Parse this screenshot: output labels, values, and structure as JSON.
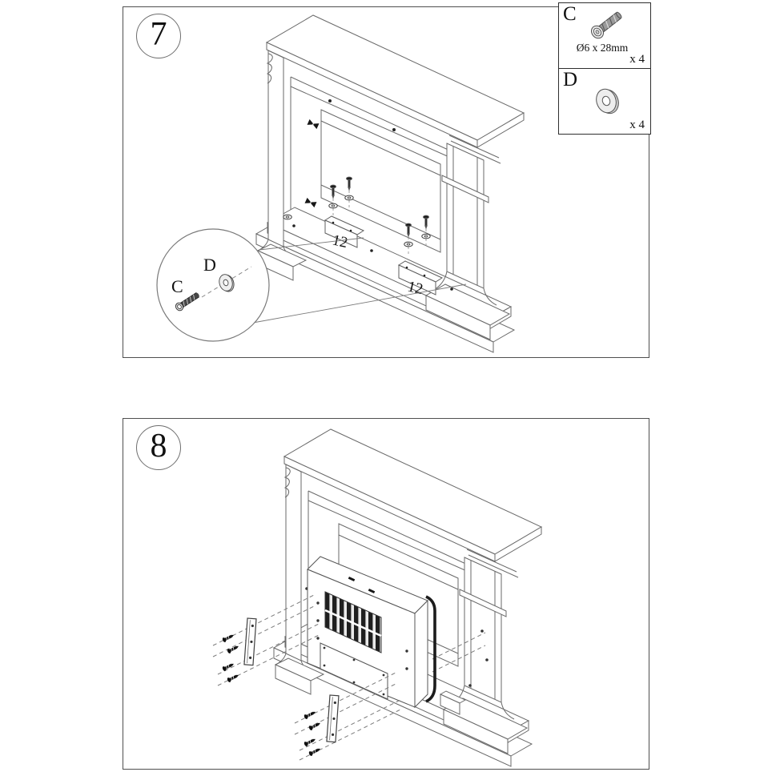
{
  "sheet": {
    "type": "assembly-instructions",
    "background": "#ffffff"
  },
  "colors": {
    "line": "#6a6a6a",
    "dark_hardware": "#161616",
    "panel_border": "#4f4f4f",
    "legend_border": "#2e2e2e",
    "dashed_guide": "#7a7a7a"
  },
  "steps": {
    "step7": {
      "number": "7",
      "bracket_label_1": "12",
      "bracket_label_2": "12",
      "detail_callout_c": "C",
      "detail_callout_d": "D"
    },
    "step8": {
      "number": "8"
    }
  },
  "hardware_legend": {
    "item_c": {
      "letter": "C",
      "spec": "Ø6 x 28mm",
      "quantity": "x 4",
      "icon": "flat-head-screw-icon"
    },
    "item_d": {
      "letter": "D",
      "quantity": "x 4",
      "icon": "washer-icon"
    }
  }
}
